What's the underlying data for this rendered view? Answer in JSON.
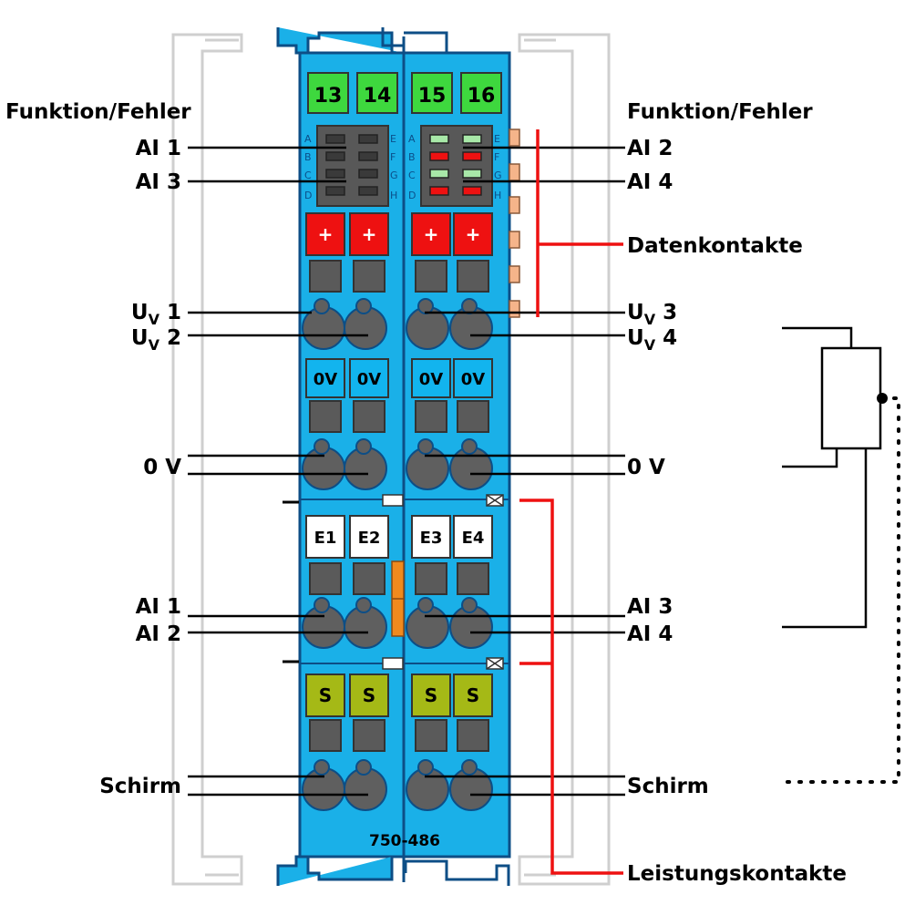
{
  "headers": {
    "left": "Funktion/Fehler",
    "right": "Funktion/Fehler"
  },
  "channel_numbers": [
    "13",
    "14",
    "15",
    "16"
  ],
  "led_rows": [
    "A",
    "B",
    "C",
    "D",
    "E",
    "F",
    "G",
    "H"
  ],
  "plus_label": "+",
  "zero_volt_label": "0V",
  "input_labels": [
    "E1",
    "E2",
    "E3",
    "E4"
  ],
  "shield_label": "S",
  "model": "750-486",
  "left_labels": {
    "ai1": "AI 1",
    "ai3": "AI 3",
    "uv_prefix": "U",
    "uv_sub": "V",
    "uv1_num": " 1",
    "uv2_num": " 2",
    "zero_v": "0 V",
    "ai1_b": "AI 1",
    "ai2_b": "AI 2",
    "schirm": "Schirm"
  },
  "right_labels": {
    "ai2": "AI 2",
    "ai4": "AI 4",
    "datenkontakte": "Datenkontakte",
    "uv3_num": " 3",
    "uv4_num": " 4",
    "zero_v": "0 V",
    "ai3_b": "AI 3",
    "ai4_b": "AI 4",
    "schirm": "Schirm",
    "leistungskontakte": "Leistungskontakte"
  },
  "colors": {
    "module_blue": "#1ab0e8",
    "channel_green": "#3ed83e",
    "plus_red": "#ee1111",
    "zero_v_blue": "#12b4ee",
    "shield_olive": "#a5b916",
    "contact_line_red": "#ee1111",
    "led_green": "#a8e8a8",
    "led_red": "#ee1111"
  }
}
